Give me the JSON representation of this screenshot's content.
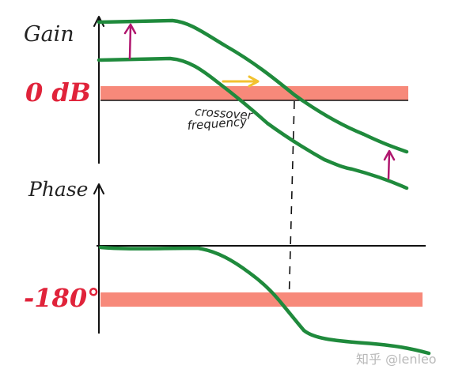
{
  "labels": {
    "gain": "Gain",
    "zero_db": "0 dB",
    "crossover_line1": "crossover",
    "crossover_line2": "frequency",
    "phase": "Phase",
    "minus_180": "-180°"
  },
  "watermark": "知乎 @lenleo",
  "colors": {
    "curve": "#1f8a3c",
    "axis": "#111111",
    "band": "#f7897a",
    "label_red": "#e0233a",
    "arrow_magenta": "#b0166e",
    "arrow_yellow": "#f2c230",
    "ink": "#222222",
    "watermark": "#b9b9b9"
  }
}
